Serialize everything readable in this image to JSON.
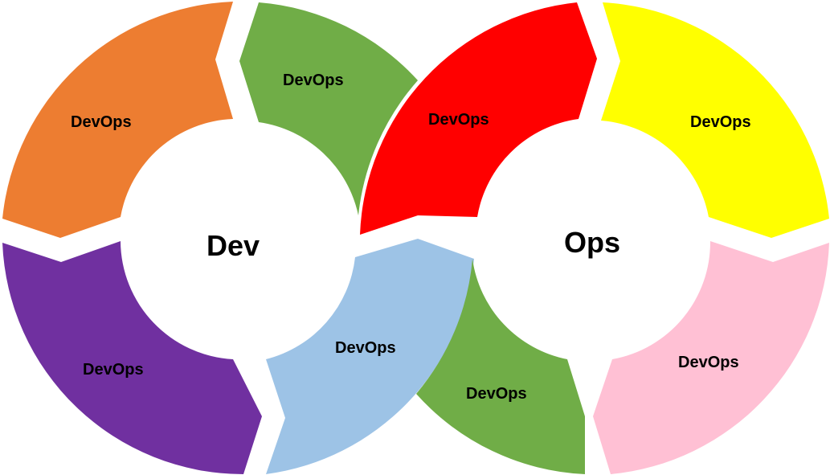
{
  "dev_loop": {
    "hub_label": "Dev",
    "segments": [
      {
        "label": "DevOps",
        "color": "#ED7D31"
      },
      {
        "label": "DevOps",
        "color": "#70AD47"
      },
      {
        "label": "DevOps",
        "color": "#9DC3E6"
      },
      {
        "label": "DevOps",
        "color": "#7030A0"
      }
    ]
  },
  "ops_loop": {
    "hub_label": "Ops",
    "segments": [
      {
        "label": "DevOps",
        "color": "#FF0000"
      },
      {
        "label": "DevOps",
        "color": "#FFFF00"
      },
      {
        "label": "DevOps",
        "color": "#FFC0D4"
      },
      {
        "label": "DevOps",
        "color": "#70AD47"
      }
    ]
  }
}
